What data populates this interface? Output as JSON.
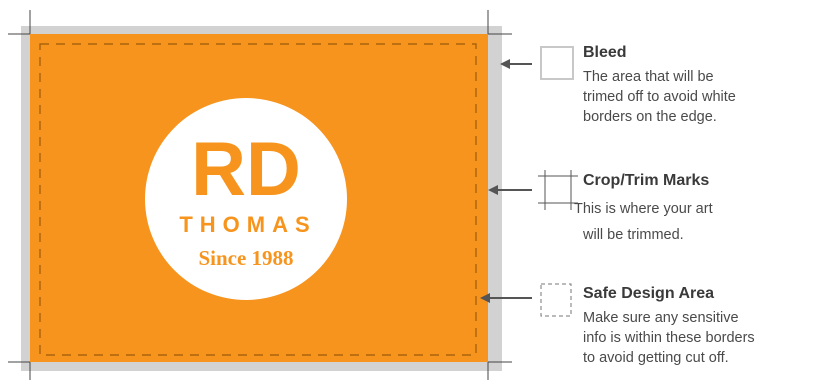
{
  "colors": {
    "bleed": "#d2d2d2",
    "artwork": "#f7941d",
    "circle": "#ffffff",
    "logo_text": "#f7941d",
    "lines": "#555555",
    "text": "#3a3a3a"
  },
  "logo": {
    "monogram": "RD",
    "name": "THOMAS",
    "tagline": "Since 1988"
  },
  "legend": {
    "bleed": {
      "title": "Bleed",
      "lines": [
        "The area that will be",
        "trimed off to avoid white",
        "borders on the edge."
      ]
    },
    "crop": {
      "title": "Crop/Trim Marks",
      "lines": [
        "This is where your art",
        "will be trimmed."
      ]
    },
    "safe": {
      "title": "Safe Design Area",
      "lines": [
        "Make sure any sensitive",
        "info is within these borders",
        "to avoid getting cut off."
      ]
    }
  }
}
